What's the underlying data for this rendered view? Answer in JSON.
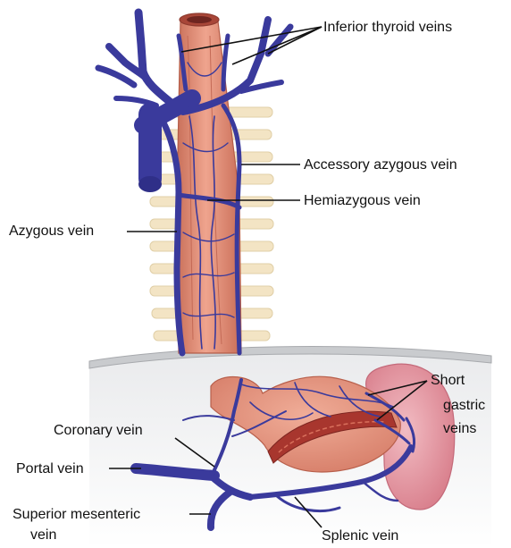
{
  "labels": {
    "inferior_thyroid": "Inferior thyroid veins",
    "accessory_azygous": "Accessory azygous vein",
    "hemiazygous": "Hemiazygous vein",
    "azygous": "Azygous vein",
    "short_gastric_1": "Short",
    "short_gastric_2": "gastric",
    "short_gastric_3": "veins",
    "coronary": "Coronary vein",
    "portal": "Portal vein",
    "superior_mesenteric_1": "Superior mesenteric",
    "superior_mesenteric_2": "vein",
    "splenic": "Splenic vein"
  },
  "colors": {
    "vein_blue": "#3a3a9c",
    "esophagus": "#e3917a",
    "stomach": "#e49a8a",
    "spleen": "#e9a3ad",
    "diaphragm": "#c9cbce"
  }
}
